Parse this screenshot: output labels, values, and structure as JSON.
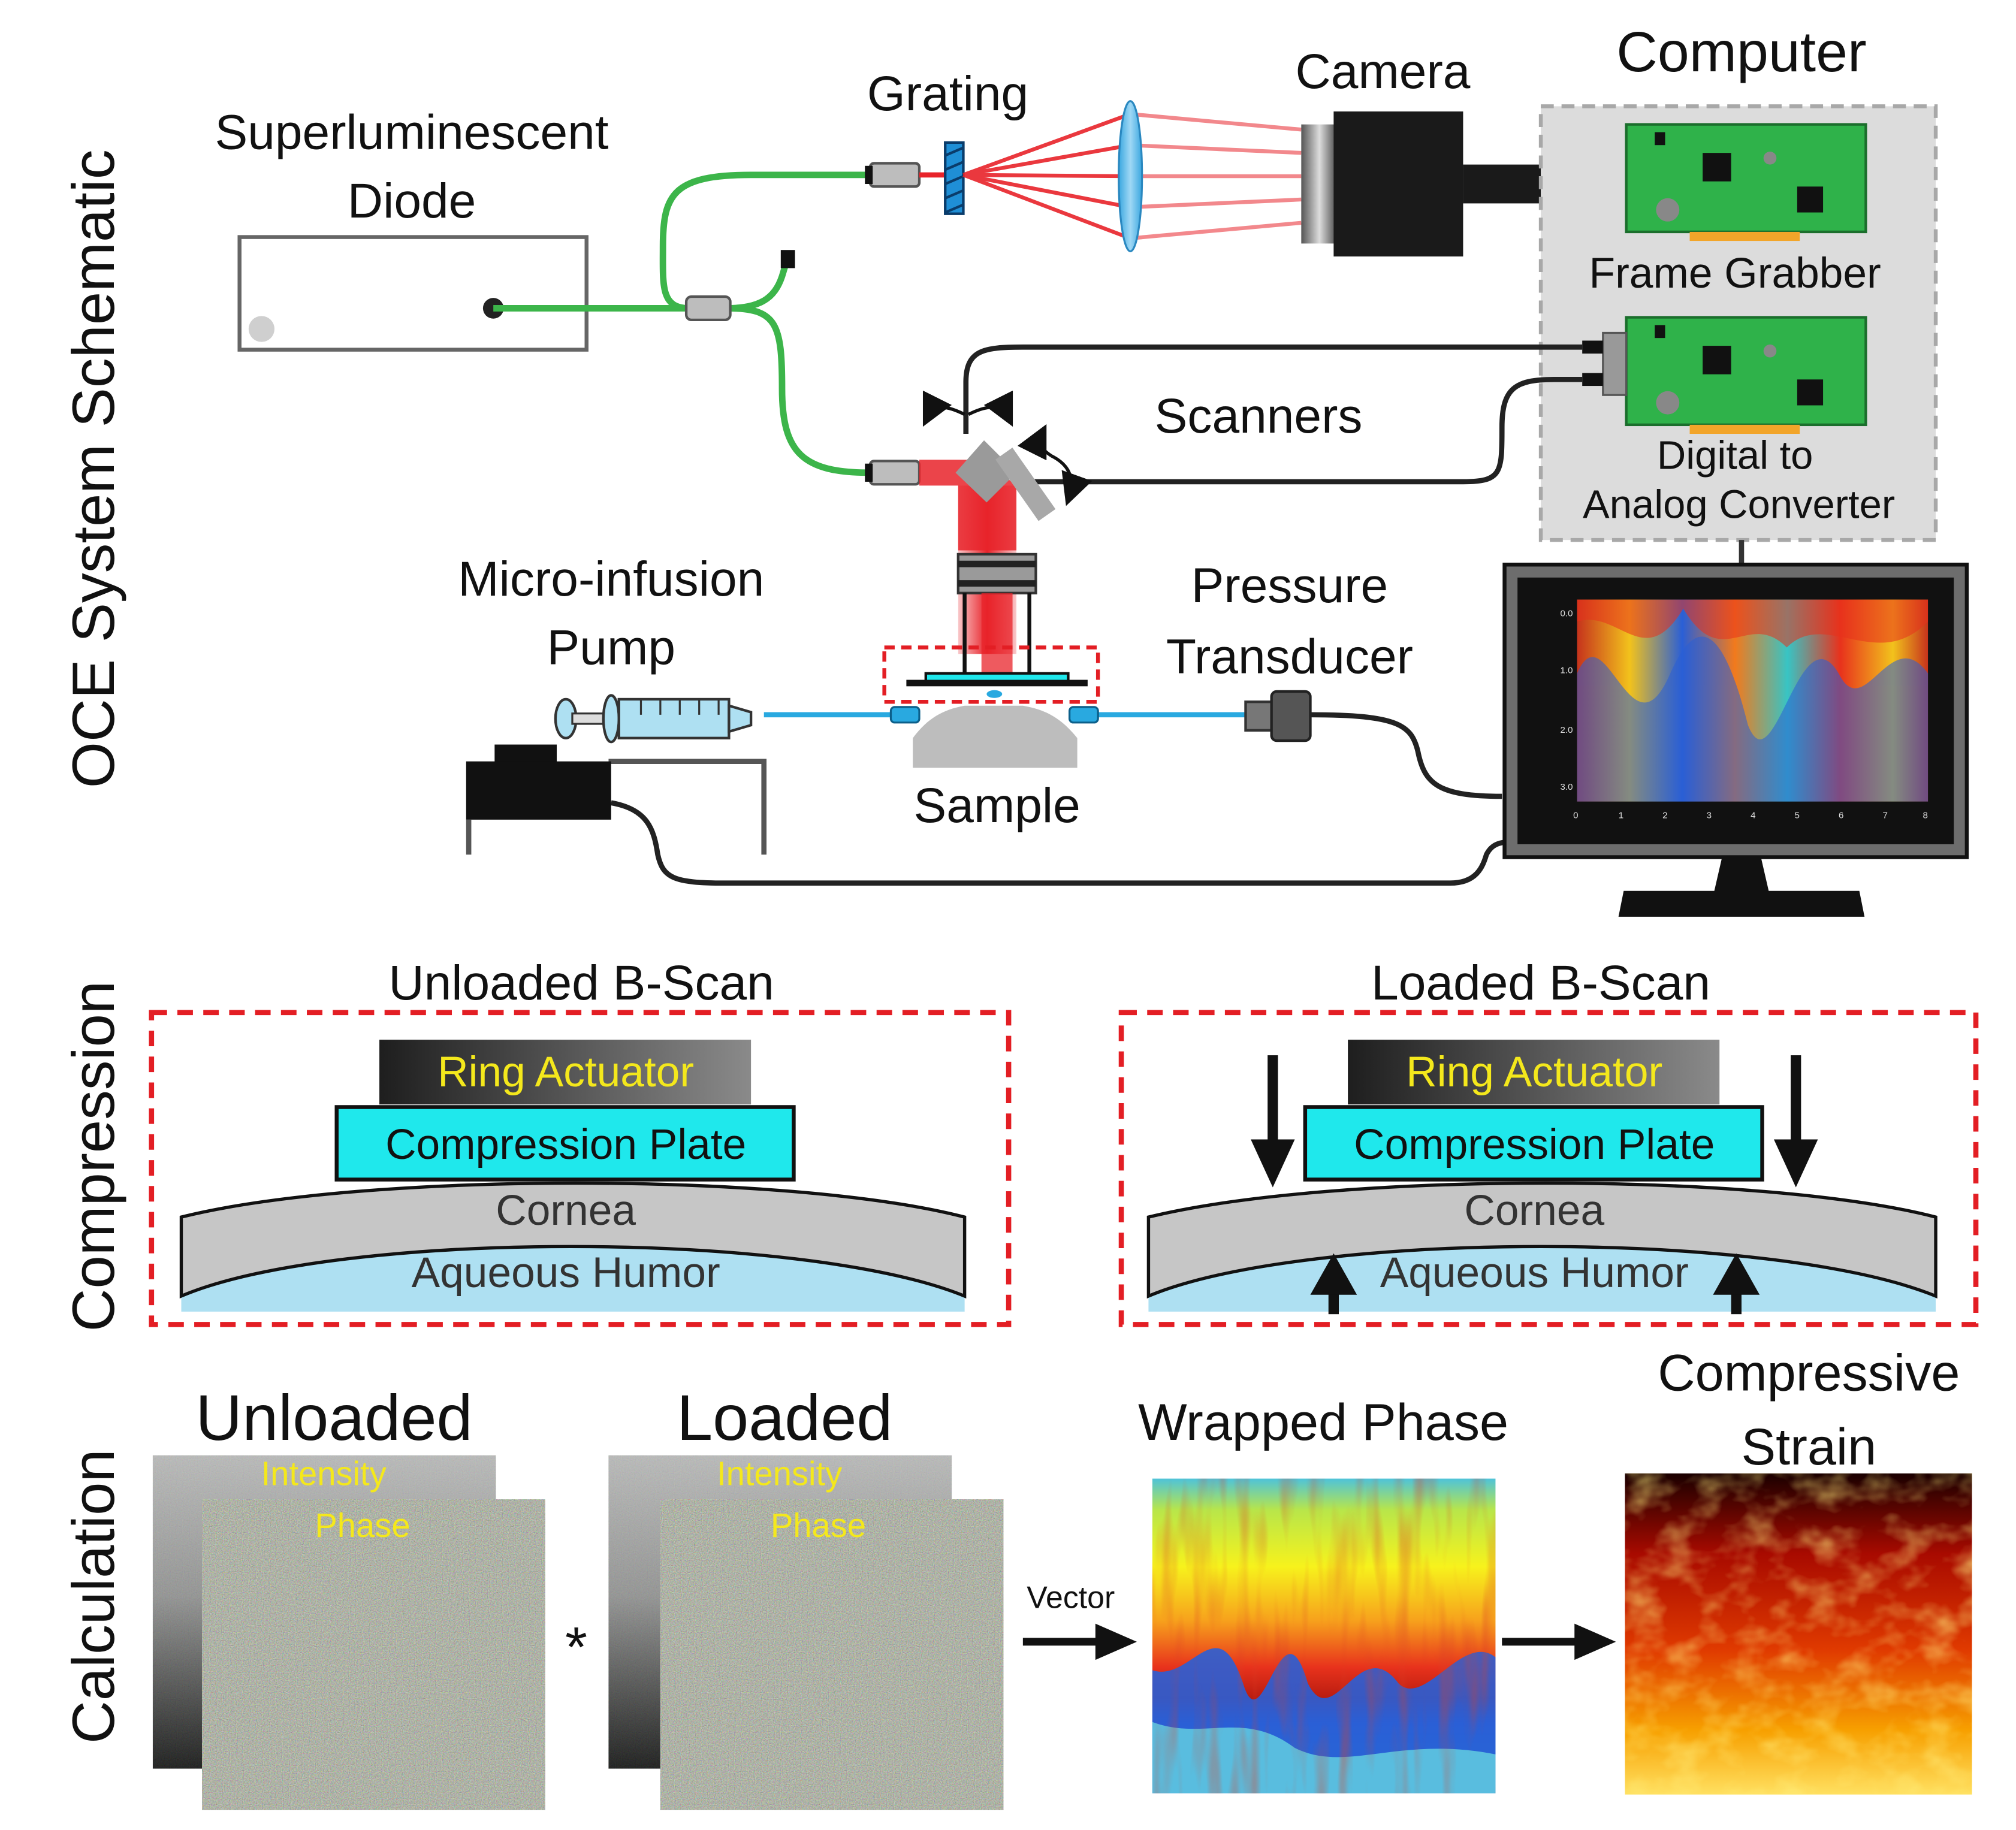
{
  "sections": {
    "schematic": "OCE System Schematic",
    "compression": "Compression",
    "calculation": "Calculation"
  },
  "schematic": {
    "sld": [
      "Superluminescent",
      "Diode"
    ],
    "grating": "Grating",
    "camera": "Camera",
    "computer": "Computer",
    "frame_grabber": "Frame Grabber",
    "scanners": "Scanners",
    "dac": [
      "Digital to",
      "Analog Converter"
    ],
    "pump": [
      "Micro-infusion",
      "Pump"
    ],
    "pressure": [
      "Pressure",
      "Transducer"
    ],
    "sample": "Sample"
  },
  "compression": {
    "unloaded_title": "Unloaded B-Scan",
    "loaded_title": "Loaded B-Scan",
    "ring_actuator": "Ring Actuator",
    "compression_plate": "Compression Plate",
    "cornea": "Cornea",
    "aqueous_humor": "Aqueous Humor"
  },
  "calculation": {
    "unloaded": "Unloaded",
    "loaded": "Loaded",
    "intensity": "Intensity",
    "phase": "Phase",
    "operator": "*",
    "vector": "Vector",
    "wrapped_phase": "Wrapped Phase",
    "compressive_strain": [
      "Compressive",
      "Strain"
    ]
  },
  "colors": {
    "fiber_green": "#3cb54a",
    "laser_red": "#e8232a",
    "dashed_red": "#e31e24",
    "plate_cyan": "#1fe8ec",
    "label_yellow": "#f4e81c",
    "humor_blue": "#aee0f2",
    "cornea_gray": "#c6c6c6",
    "board_green": "#2fb24a",
    "water_line_blue": "#29a9e0"
  }
}
